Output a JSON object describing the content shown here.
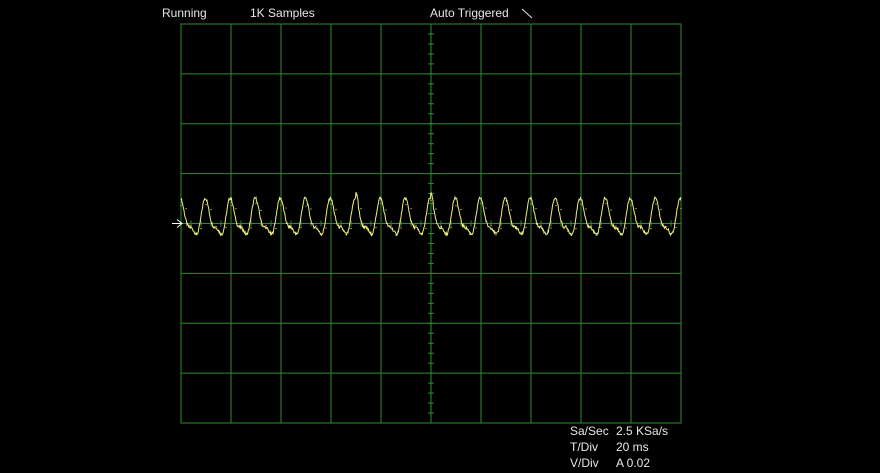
{
  "status": {
    "run_state": "Running",
    "samples": "1K Samples",
    "trigger_mode": "Auto Triggered"
  },
  "readouts": {
    "sample_rate_label": "Sa/Sec",
    "sample_rate_value": "2.5 KSa/s",
    "time_div_label": "T/Div",
    "time_div_value": "20 ms",
    "volt_div_label": "V/Div",
    "volt_div_value": "A 0.02"
  },
  "colors": {
    "background": "#000000",
    "grid": "#2e8b2e",
    "trace": "#f0f080",
    "text": "#e6e6e6",
    "marker": "#ffffff"
  },
  "icons": {
    "trigger_edge": "falling-edge-icon",
    "ground_marker": "channel-a-arrow-icon"
  },
  "chart_data": {
    "type": "line",
    "title": "",
    "xlabel": "",
    "ylabel": "",
    "x_divisions": 10,
    "y_divisions": 8,
    "xlim_ms": [
      0,
      200
    ],
    "ylim_div": [
      -4,
      4
    ],
    "series": [
      {
        "signal": "periodic",
        "period_ms": 10.0,
        "cycles": 20,
        "amplitude_div": 0.32,
        "offset_div": 0.08,
        "x_ms": [
          0,
          2,
          4,
          6,
          8,
          10,
          12,
          14,
          16,
          18,
          20,
          22,
          24,
          26,
          28,
          30,
          32,
          34,
          36,
          38,
          40,
          42,
          44,
          46,
          48,
          50,
          52,
          54,
          56,
          58,
          60,
          62,
          64,
          66,
          68,
          70,
          72,
          74,
          76,
          78,
          80,
          82,
          84,
          86,
          88,
          90,
          92,
          94,
          96,
          98,
          100,
          102,
          104,
          106,
          108,
          110,
          112,
          114,
          116,
          118,
          120,
          122,
          124,
          126,
          128,
          130,
          132,
          134,
          136,
          138,
          140,
          142,
          144,
          146,
          148,
          150,
          152,
          154,
          156,
          158,
          160,
          162,
          164,
          166,
          168,
          170,
          172,
          174,
          176,
          178,
          180,
          182,
          184,
          186,
          188,
          190,
          192,
          194,
          196,
          198,
          200
        ],
        "y_div": [
          0.36,
          0.3,
          -0.04,
          -0.22,
          -0.1,
          0.38,
          0.28,
          -0.06,
          -0.2,
          -0.08,
          0.36,
          0.3,
          -0.05,
          -0.23,
          -0.09,
          0.4,
          0.26,
          -0.04,
          -0.21,
          -0.1,
          0.37,
          0.31,
          -0.06,
          -0.22,
          -0.08,
          0.35,
          0.29,
          -0.05,
          -0.2,
          -0.09,
          0.39,
          0.28,
          -0.04,
          -0.22,
          -0.1,
          0.56,
          0.3,
          -0.06,
          -0.21,
          -0.08,
          0.4,
          0.27,
          -0.05,
          -0.23,
          -0.09,
          0.38,
          0.3,
          -0.04,
          -0.2,
          -0.1,
          0.46,
          0.29,
          -0.06,
          -0.22,
          -0.08,
          0.36,
          0.28,
          -0.05,
          -0.21,
          -0.09,
          0.4,
          0.31,
          -0.04,
          -0.23,
          -0.1,
          0.37,
          0.27,
          -0.06,
          -0.2,
          -0.08,
          0.39,
          0.3,
          -0.05,
          -0.22,
          -0.09,
          0.36,
          0.28,
          -0.04,
          -0.21,
          -0.1,
          0.38,
          0.29,
          -0.06,
          -0.23,
          -0.08,
          0.4,
          0.27,
          -0.05,
          -0.2,
          -0.09,
          0.37,
          0.3,
          -0.04,
          -0.22,
          -0.1,
          0.39,
          0.28,
          -0.06,
          -0.21,
          -0.08,
          0.3
        ]
      }
    ]
  }
}
